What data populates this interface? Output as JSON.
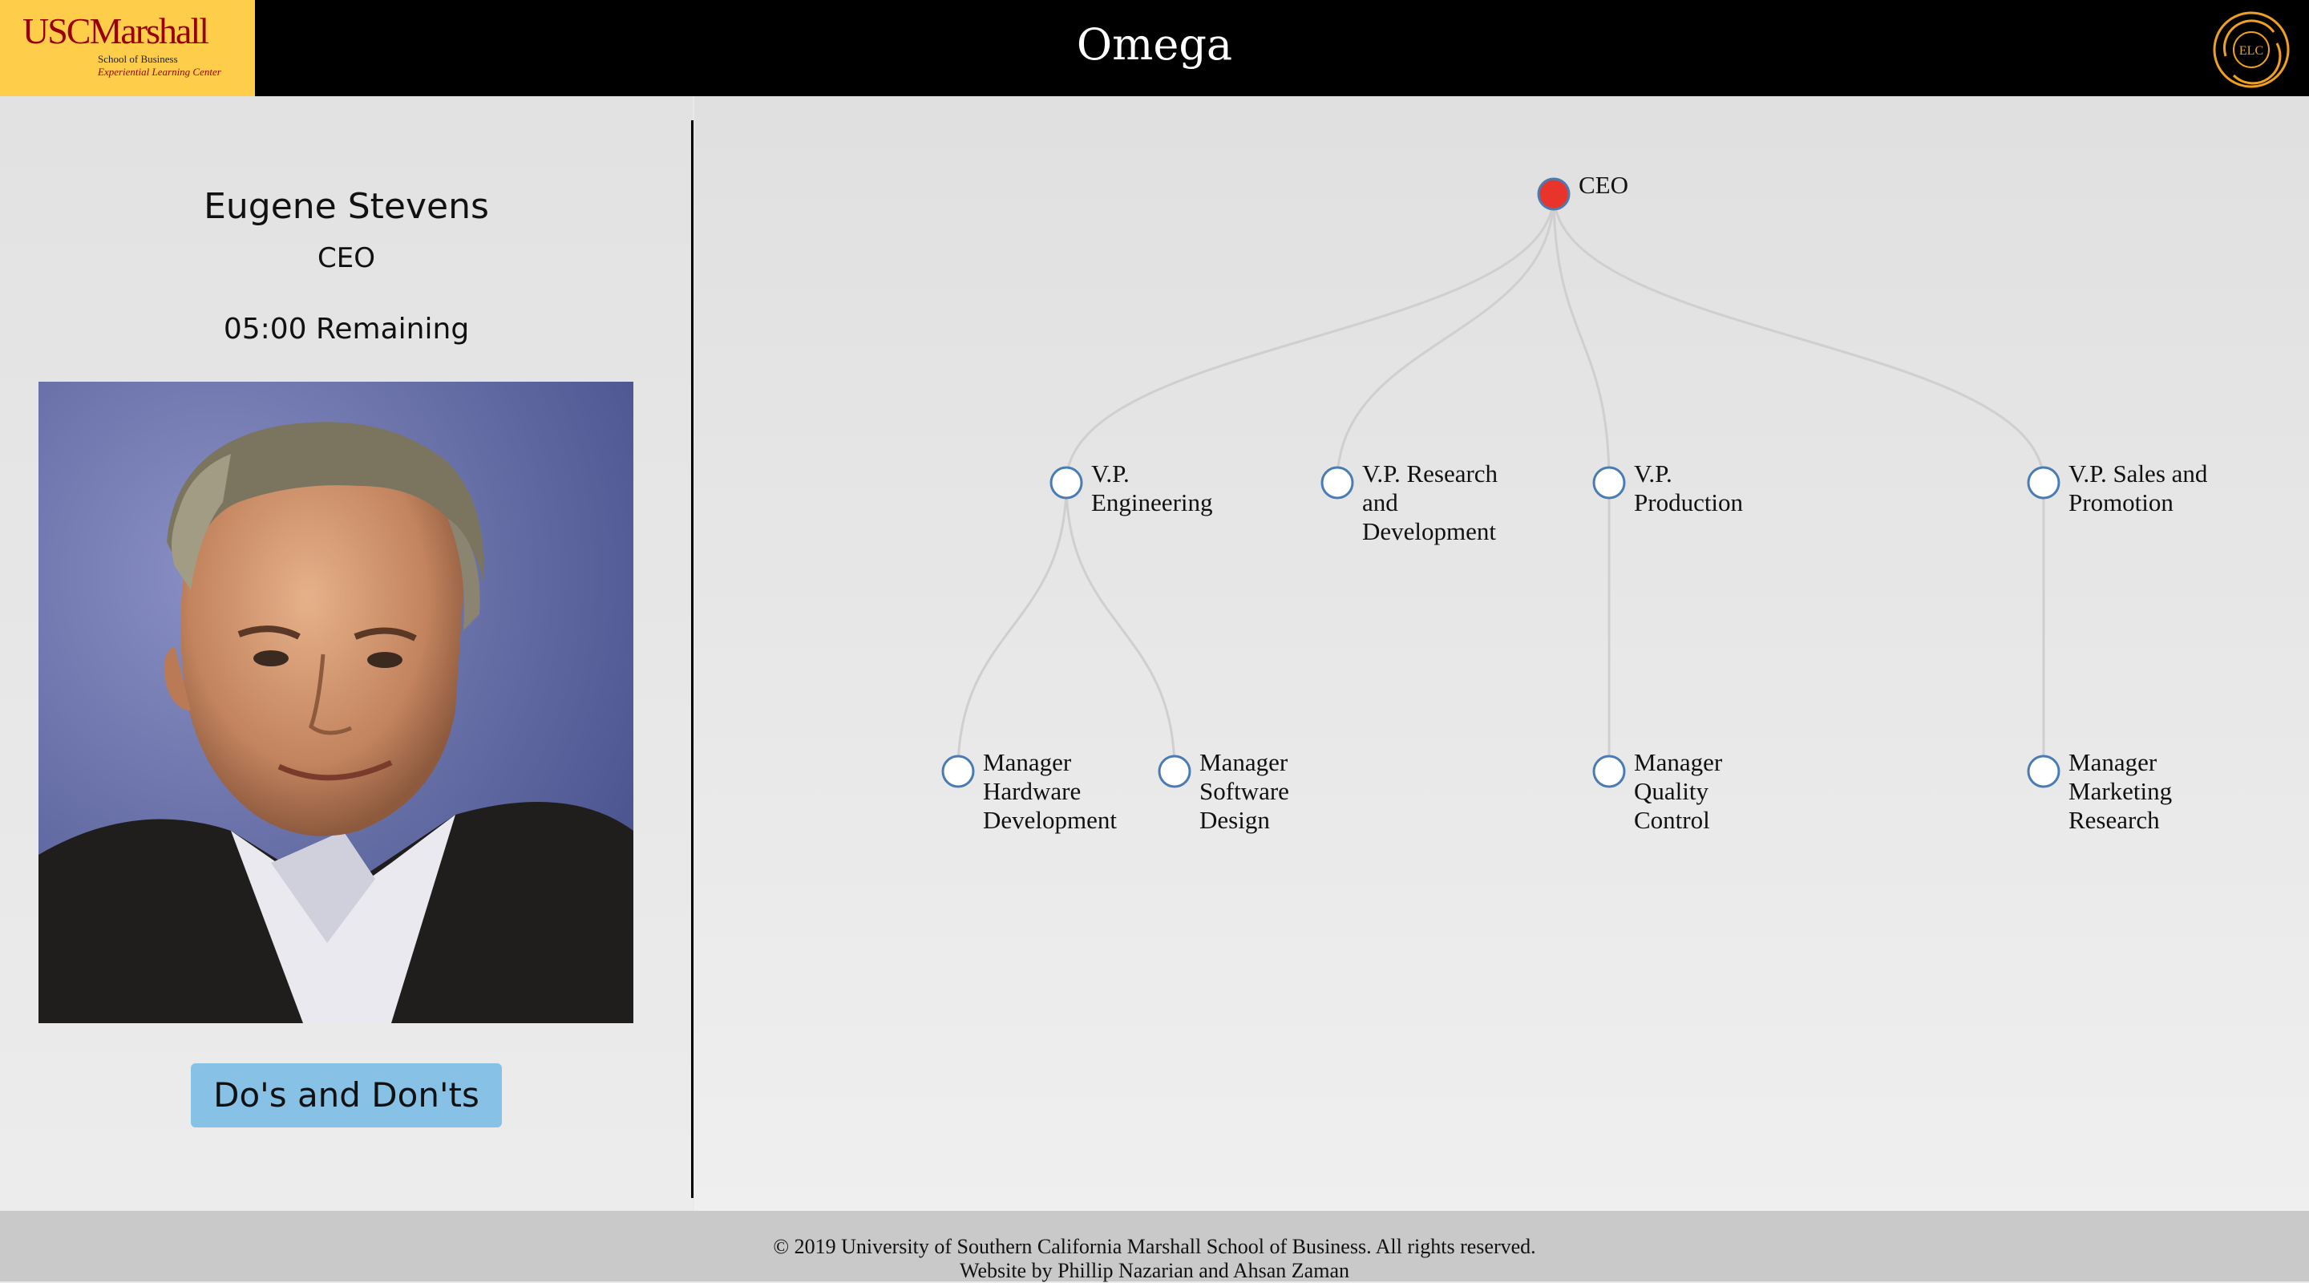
{
  "header": {
    "logo": {
      "usc": "USC",
      "marshall": "Marshall",
      "line1": "School of Business",
      "line2": "Experiential Learning Center"
    },
    "title": "Omega",
    "elc_badge": "ELC"
  },
  "profile": {
    "name": "Eugene Stevens",
    "role": "CEO",
    "timer": "05:00 Remaining",
    "button_label": "Do's and Don'ts"
  },
  "org_chart": {
    "nodes": [
      {
        "id": "ceo",
        "lines": [
          "CEO"
        ],
        "active": true
      },
      {
        "id": "vp-engineering",
        "lines": [
          "V.P.",
          "Engineering"
        ],
        "active": false
      },
      {
        "id": "vp-research",
        "lines": [
          "V.P. Research",
          "and",
          "Development"
        ],
        "active": false
      },
      {
        "id": "vp-production",
        "lines": [
          "V.P.",
          "Production"
        ],
        "active": false
      },
      {
        "id": "vp-sales",
        "lines": [
          "V.P. Sales and",
          "Promotion"
        ],
        "active": false
      },
      {
        "id": "mgr-hardware",
        "lines": [
          "Manager",
          "Hardware",
          "Development"
        ],
        "active": false
      },
      {
        "id": "mgr-software",
        "lines": [
          "Manager",
          "Software",
          "Design"
        ],
        "active": false
      },
      {
        "id": "mgr-quality",
        "lines": [
          "Manager",
          "Quality",
          "Control"
        ],
        "active": false
      },
      {
        "id": "mgr-marketing",
        "lines": [
          "Manager",
          "Marketing",
          "Research"
        ],
        "active": false
      }
    ],
    "edges": [
      [
        "ceo",
        "vp-engineering"
      ],
      [
        "ceo",
        "vp-research"
      ],
      [
        "ceo",
        "vp-production"
      ],
      [
        "ceo",
        "vp-sales"
      ],
      [
        "vp-engineering",
        "mgr-hardware"
      ],
      [
        "vp-engineering",
        "mgr-software"
      ],
      [
        "vp-production",
        "mgr-quality"
      ],
      [
        "vp-sales",
        "mgr-marketing"
      ]
    ],
    "colors": {
      "active_fill": "#e8342a",
      "node_stroke": "#4a7cb4",
      "node_fill": "#ffffff",
      "link": "#cfcfcf"
    }
  },
  "footer": {
    "copyright": "© 2019 University of Southern California Marshall School of Business. All rights reserved.",
    "credits": "Website by Phillip Nazarian and Ahsan Zaman"
  }
}
